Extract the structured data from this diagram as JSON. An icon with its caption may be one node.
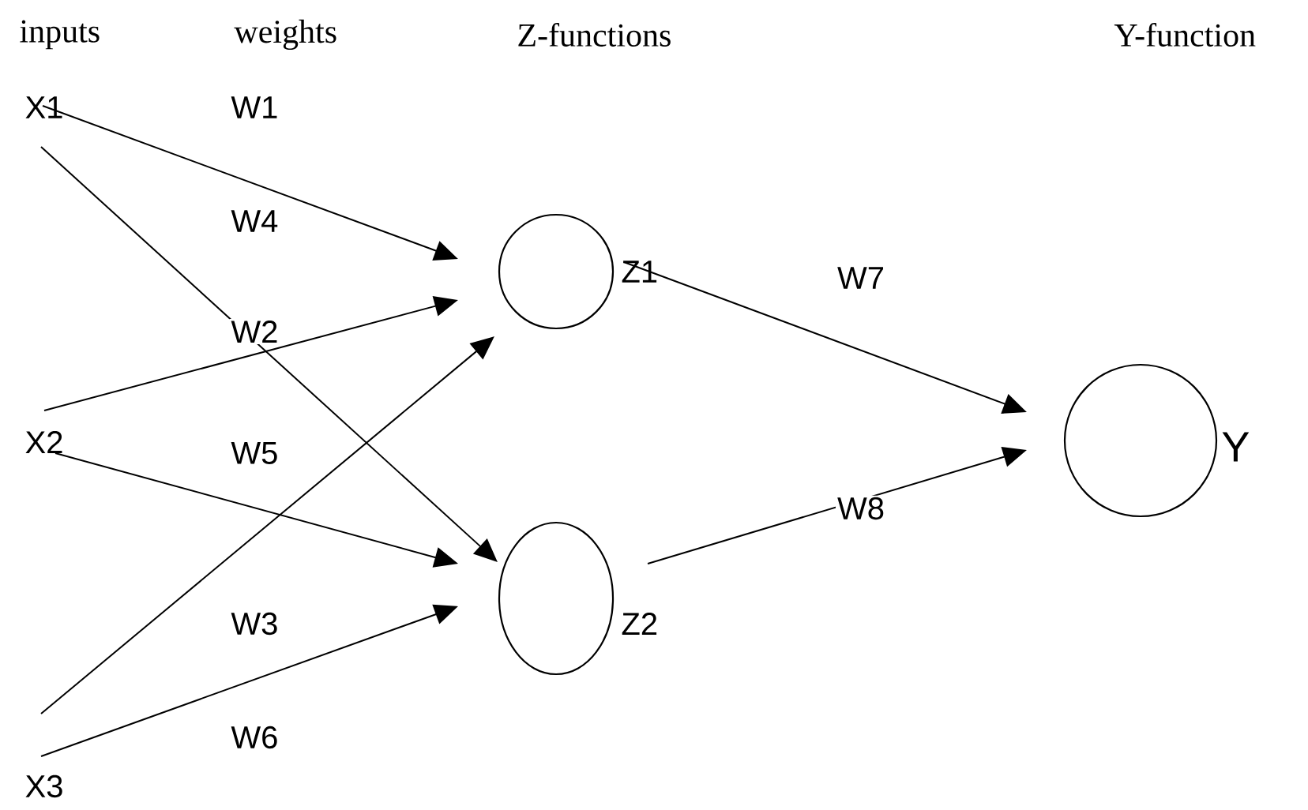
{
  "diagram": {
    "nodes": [
      {
        "text": [
          "X1"
        ]
      },
      {
        "text": [
          "X2"
        ]
      },
      {
        "text": [
          "X3"
        ]
      },
      {
        "text": [],
        "shape": "circle",
        "beside": [
          "Z1"
        ]
      },
      {
        "text": [],
        "shape": "circle",
        "beside": [
          "Z2"
        ]
      },
      {
        "text": [],
        "shape": "circle",
        "beside": [
          "Y"
        ]
      }
    ],
    "edges": [
      {
        "from": 0,
        "to": 3,
        "arrow": "to"
      },
      {
        "from": 0,
        "to": 4,
        "arrow": "to"
      },
      {
        "from": 1,
        "to": 3,
        "arrow": "to"
      },
      {
        "from": 1,
        "to": 4,
        "arrow": "to"
      },
      {
        "from": 2,
        "to": 3,
        "arrow": "to"
      },
      {
        "from": 2,
        "to": 4,
        "arrow": "to"
      },
      {
        "from": 3,
        "to": 5,
        "arrow": "to",
        "label": "W7"
      },
      {
        "from": 4,
        "to": 5,
        "arrow": "to",
        "label": "W8"
      }
    ],
    "labels": [
      "inputs",
      "weights",
      "Z-functions",
      "Y-function",
      "W1",
      "W4",
      "W2",
      "W5",
      "W3",
      "W6"
    ]
  }
}
